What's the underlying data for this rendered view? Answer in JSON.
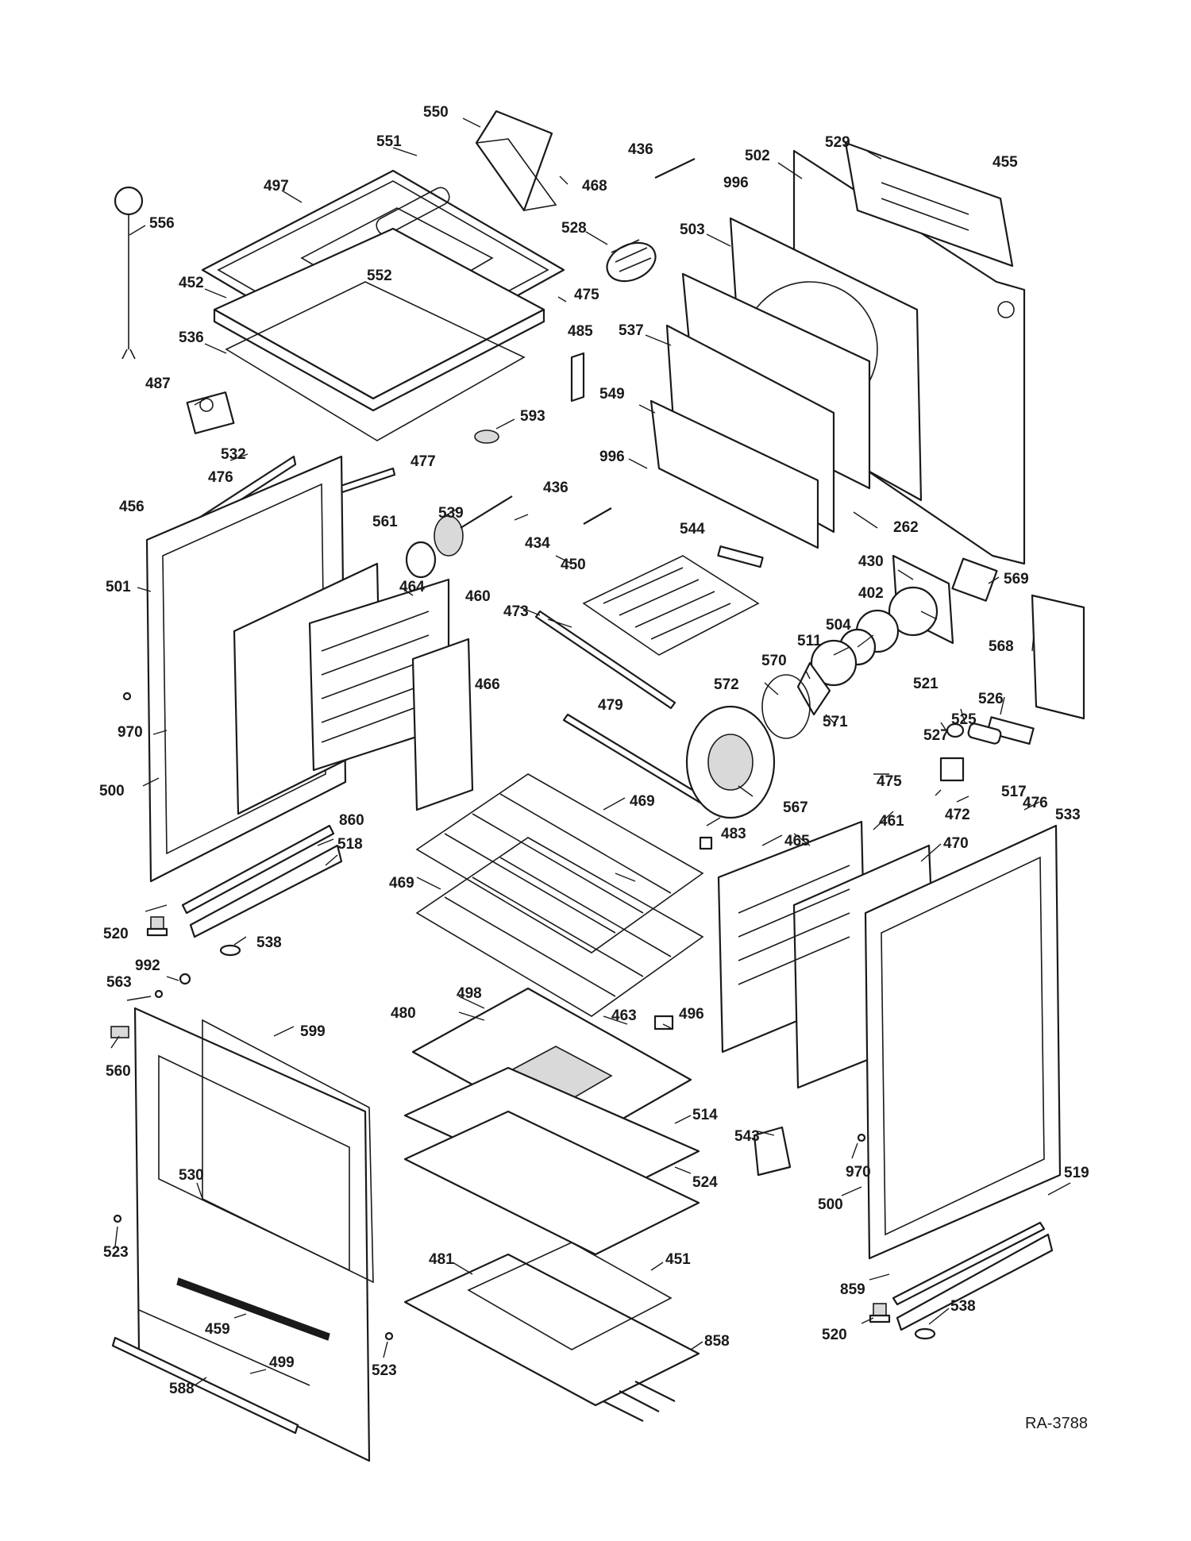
{
  "diagram": {
    "reference_code": "RA-3788",
    "callouts": [
      "550",
      "551",
      "468",
      "436",
      "502",
      "529",
      "455",
      "996",
      "497",
      "556",
      "528",
      "503",
      "452",
      "552",
      "475",
      "485",
      "537",
      "536",
      "487",
      "593",
      "549",
      "996",
      "532",
      "476",
      "477",
      "436",
      "456",
      "539",
      "561",
      "434",
      "544",
      "262",
      "430",
      "569",
      "501",
      "464",
      "460",
      "450",
      "473",
      "402",
      "504",
      "511",
      "568",
      "466",
      "570",
      "572",
      "521",
      "526",
      "525",
      "970",
      "479",
      "527",
      "571",
      "475",
      "472",
      "476",
      "533",
      "500",
      "469",
      "517",
      "567",
      "860",
      "483",
      "461",
      "470",
      "518",
      "465",
      "469",
      "520",
      "538",
      "992",
      "563",
      "498",
      "496",
      "480",
      "463",
      "599",
      "560",
      "514",
      "543",
      "970",
      "530",
      "524",
      "500",
      "519",
      "523",
      "481",
      "451",
      "859",
      "538",
      "459",
      "499",
      "858",
      "520",
      "523",
      "588"
    ]
  }
}
